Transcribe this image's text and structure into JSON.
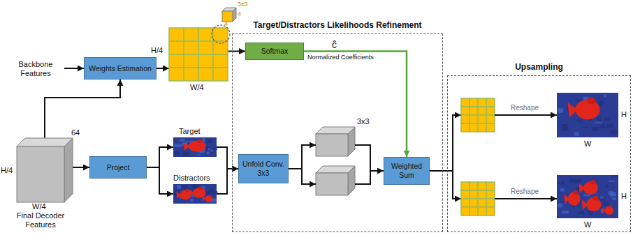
{
  "diagram": {
    "nodes": [
      {
        "text": [
          "Weights Estimation"
        ]
      },
      {
        "text": [
          "H/4",
          "W/4"
        ]
      },
      {
        "text": [
          "Target/Distractors Likelihoods Refinement"
        ]
      },
      {
        "text": [
          "Softmax"
        ],
        "in": 2
      },
      {
        "text": [
          "64",
          "H/4",
          "W/4",
          "Final Decoder Features"
        ]
      },
      {
        "text": [
          "Project"
        ]
      },
      {
        "text": [
          "Target"
        ]
      },
      {
        "text": [
          "Distractors"
        ]
      },
      {
        "text": [
          "Unfold Conv. 3x3"
        ],
        "in": 2
      },
      {
        "text": [
          "Weighted Sum"
        ],
        "in": 2
      },
      {
        "text": [
          "Upsampling"
        ]
      }
    ],
    "edges": [
      {
        "from": 0,
        "to": 1,
        "arrow": "to"
      },
      {
        "from": 1,
        "to": 3,
        "arrow": "to"
      },
      {
        "from": 3,
        "to": 9,
        "arrow": "to",
        "label": "ĉ"
      },
      {
        "from": 4,
        "to": 0,
        "arrow": "to"
      },
      {
        "from": 4,
        "to": 5,
        "arrow": "to"
      },
      {
        "from": 5,
        "to": 6,
        "arrow": "to"
      },
      {
        "from": 5,
        "to": 7,
        "arrow": "to"
      },
      {
        "from": 6,
        "to": 8,
        "arrow": "to"
      },
      {
        "from": 7,
        "to": 8,
        "arrow": "to"
      }
    ],
    "labels": [
      "Backbone Features",
      "3x3",
      "4",
      "4",
      "Normalized Coefficients",
      "3x3",
      "Reshape",
      "H",
      "W",
      "Reshape",
      "H",
      "W"
    ]
  }
}
